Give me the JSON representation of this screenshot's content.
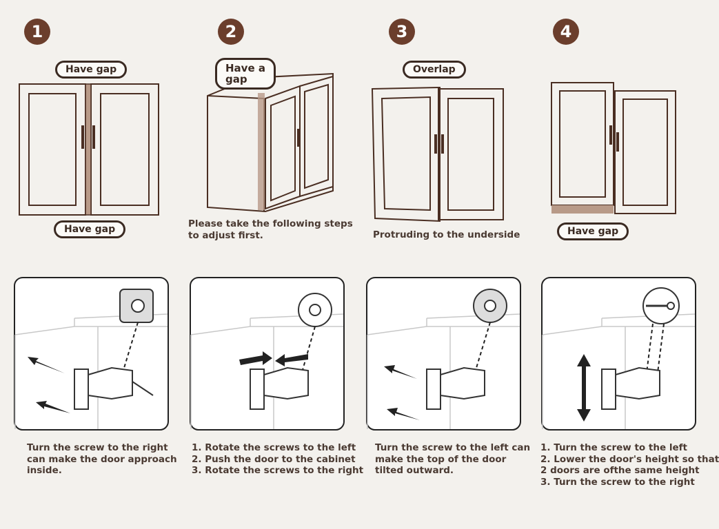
{
  "steps": [
    "1",
    "2",
    "3",
    "4"
  ],
  "top": {
    "s1": {
      "tag_top": "Have gap",
      "tag_bottom": "Have gap"
    },
    "s2": {
      "tag_line1": "Have a",
      "tag_line2": "gap",
      "caption_lines": [
        "Please take the following steps",
        "to adjust first."
      ]
    },
    "s3": {
      "tag": "Overlap",
      "caption": "Protruding to the underside"
    },
    "s4": {
      "tag": "Have gap"
    }
  },
  "captions": [
    [
      "Turn the screw to the right",
      "can make the door approach",
      "inside."
    ],
    [
      "1. Rotate the screws to the left",
      "2. Push the door to the cabinet",
      "3. Rotate the screws to the right"
    ],
    [
      "Turn the screw to the left can",
      "make the top of the door",
      "tilted outward."
    ],
    [
      "1. Turn the screw to the left",
      "2. Lower the door's height so that",
      "2 doors are ofthe same height",
      "3. Turn the screw to the right"
    ]
  ],
  "colors": {
    "accent": "#6b3e2c",
    "frame": "#4a2e22",
    "background": "#f3f1ed"
  }
}
